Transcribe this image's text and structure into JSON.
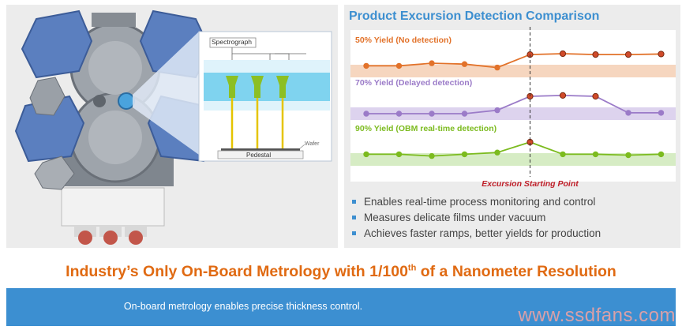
{
  "diagram": {
    "spectrograph_label": "Spectrograph",
    "wafer_label": "Wafer",
    "pedestal_label": "Pedestal"
  },
  "chart": {
    "title": "Product Excursion Detection Comparison",
    "excursion_label": "Excursion Starting Point"
  },
  "chart_data": {
    "type": "line",
    "title": "Product Excursion Detection Comparison",
    "annotations": [
      "Excursion Starting Point"
    ],
    "excursion_index": 5,
    "series": [
      {
        "name": "50% Yield (No detection)",
        "color": "#e2722a",
        "band": "#f6d6bf",
        "values": [
          0.3,
          0.3,
          0.45,
          0.4,
          0.2,
          0.95,
          1.0,
          0.95,
          0.95,
          0.98
        ]
      },
      {
        "name": "70% Yield (Delayed detection)",
        "color": "#9b7bc8",
        "band": "#ddd3ee",
        "values": [
          0.0,
          0.0,
          0.0,
          0.0,
          0.2,
          1.0,
          1.05,
          1.0,
          0.05,
          0.05
        ]
      },
      {
        "name": "90% Yield (OBM real-time detection)",
        "color": "#7cbb1f",
        "band": "#d6ecc4",
        "values": [
          0.3,
          0.3,
          0.2,
          0.3,
          0.4,
          1.0,
          0.3,
          0.3,
          0.25,
          0.3
        ]
      }
    ]
  },
  "bullets": [
    "Enables real-time process monitoring and control",
    "Measures delicate films under vacuum",
    "Achieves faster ramps, better yields for production"
  ],
  "headline": {
    "pre": "Industry’s Only On-Board Metrology with 1/100",
    "sup": "th",
    "post": " of a Nanometer Resolution"
  },
  "footer": {
    "text": "On-board metrology enables precise thickness control."
  },
  "watermark": "www.ssdfans.com"
}
